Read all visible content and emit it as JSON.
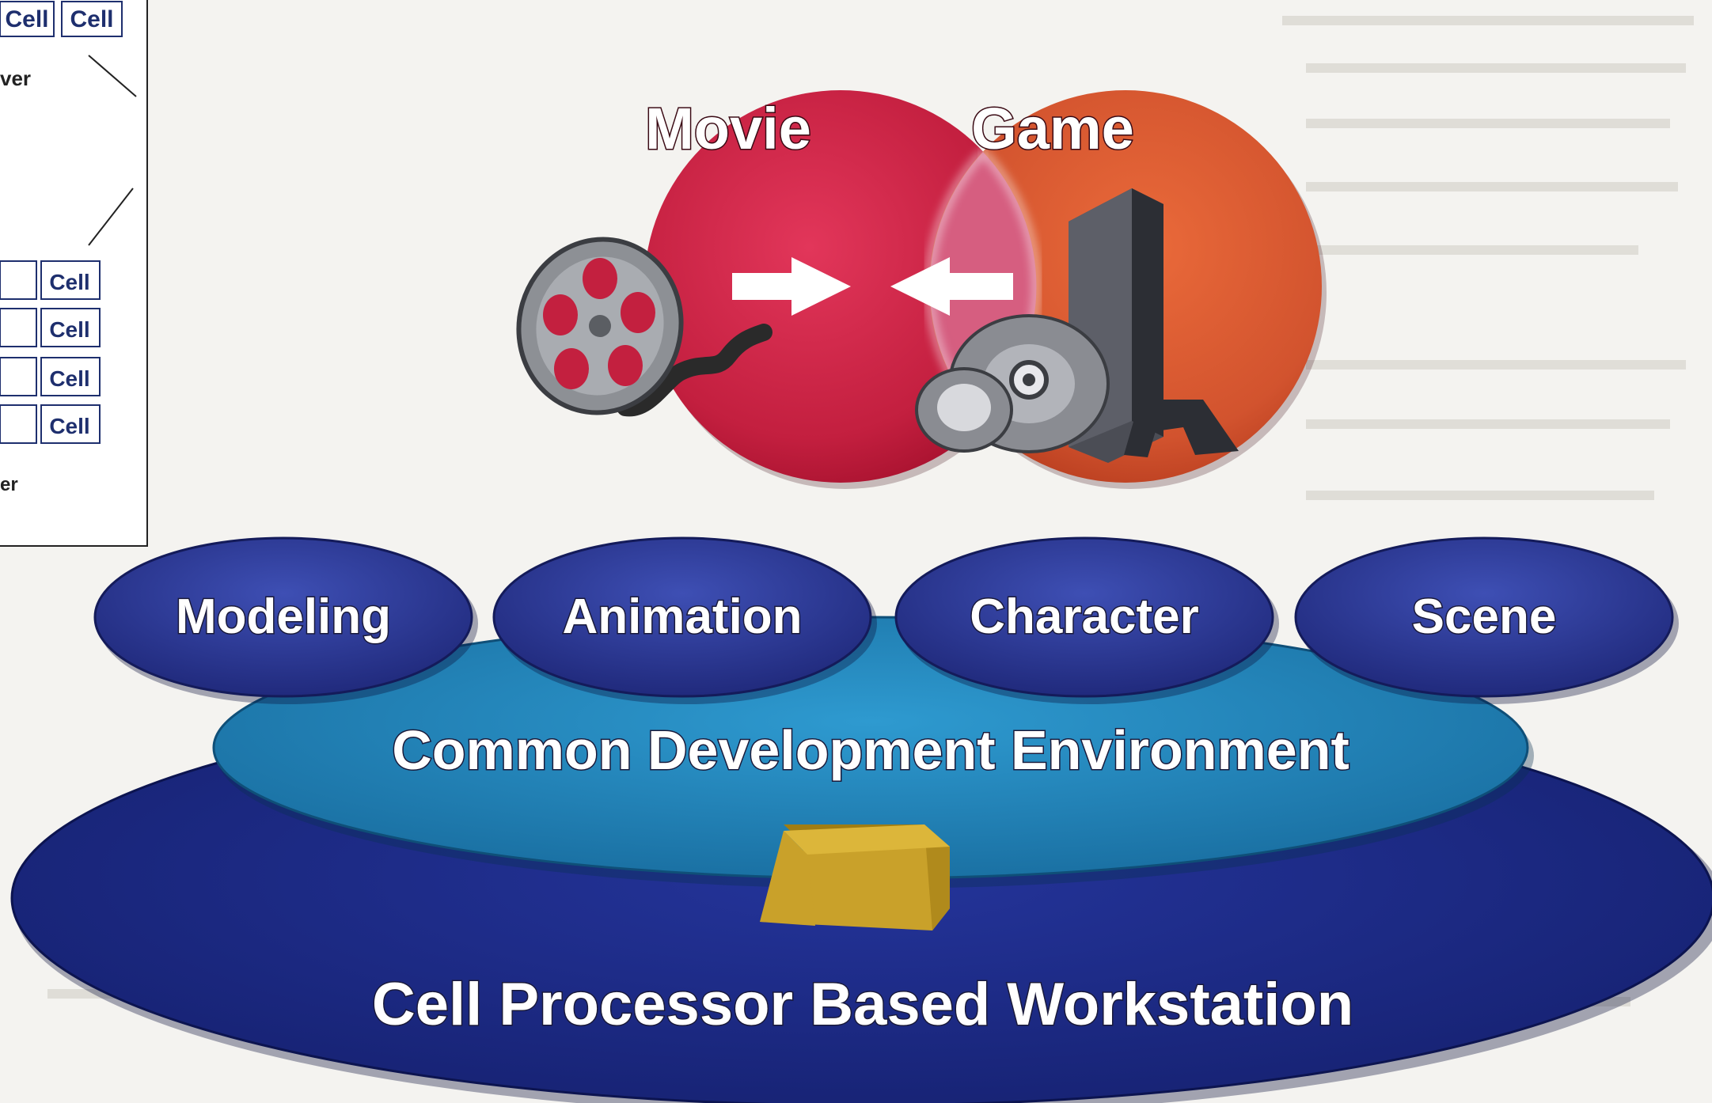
{
  "diagram": {
    "venn": {
      "left": "Movie",
      "right": "Game"
    },
    "applications": [
      "Modeling",
      "Animation",
      "Character",
      "Scene"
    ],
    "middle_layer": "Common Development Environment",
    "base_layer": "Cell Processor Based Workstation"
  },
  "inset_figure": {
    "cell_label": "Cell",
    "top_caption": "ver",
    "bottom_caption": "er"
  },
  "colors": {
    "movie_circle": "#c3203f",
    "game_circle": "#d2532e",
    "overlap": "#d65f85",
    "ellipse_blue": "#2b3797",
    "middle_layer": "#1e7fb5",
    "base_layer": "#1c2a86",
    "cube": "#c9a12a"
  },
  "icons": [
    "film-reel-icon",
    "game-console-icon",
    "disc-icon",
    "arrow-right-icon",
    "arrow-left-icon",
    "chip-cube-icon"
  ]
}
